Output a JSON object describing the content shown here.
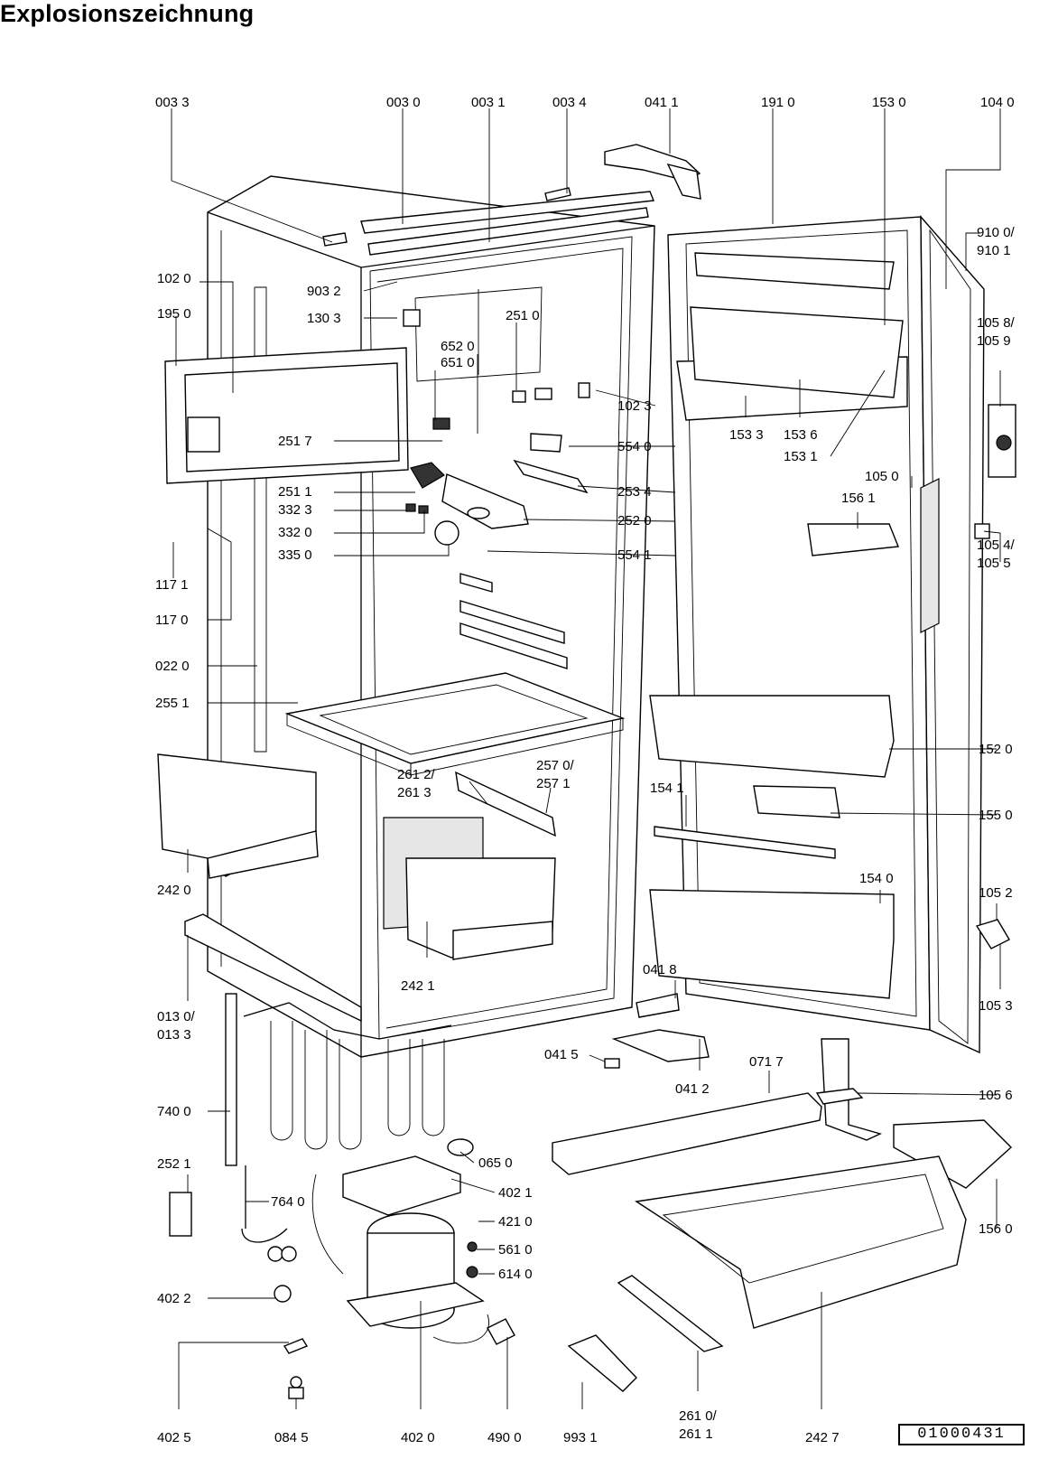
{
  "title": "Explosionszeichnung",
  "reference_code": "01000431",
  "callouts": [
    {
      "id": "003-3",
      "label": "003 3"
    },
    {
      "id": "003-0",
      "label": "003 0"
    },
    {
      "id": "003-1",
      "label": "003 1"
    },
    {
      "id": "003-4",
      "label": "003 4"
    },
    {
      "id": "041-1",
      "label": "041 1"
    },
    {
      "id": "191-0",
      "label": "191 0"
    },
    {
      "id": "153-0",
      "label": "153 0"
    },
    {
      "id": "104-0",
      "label": "104 0"
    },
    {
      "id": "910-0",
      "label": "910 0/"
    },
    {
      "id": "910-1",
      "label": "910 1"
    },
    {
      "id": "102-0",
      "label": "102 0"
    },
    {
      "id": "903-2",
      "label": "903 2"
    },
    {
      "id": "195-0",
      "label": "195 0"
    },
    {
      "id": "130-3",
      "label": "130 3"
    },
    {
      "id": "251-0",
      "label": "251 0"
    },
    {
      "id": "652-0",
      "label": "652 0"
    },
    {
      "id": "651-0",
      "label": "651 0"
    },
    {
      "id": "105-8",
      "label": "105 8/"
    },
    {
      "id": "105-9",
      "label": "105 9"
    },
    {
      "id": "102-3",
      "label": "102 3"
    },
    {
      "id": "153-3",
      "label": "153 3"
    },
    {
      "id": "153-6",
      "label": "153 6"
    },
    {
      "id": "251-7",
      "label": "251 7"
    },
    {
      "id": "554-0",
      "label": "554 0"
    },
    {
      "id": "153-1",
      "label": "153 1"
    },
    {
      "id": "105-0",
      "label": "105 0"
    },
    {
      "id": "251-1",
      "label": "251 1"
    },
    {
      "id": "253-4",
      "label": "253 4"
    },
    {
      "id": "156-1",
      "label": "156 1"
    },
    {
      "id": "332-3",
      "label": "332 3"
    },
    {
      "id": "332-0",
      "label": "332 0"
    },
    {
      "id": "252-0",
      "label": "252 0"
    },
    {
      "id": "335-0",
      "label": "335 0"
    },
    {
      "id": "554-1",
      "label": "554 1"
    },
    {
      "id": "105-4",
      "label": "105 4/"
    },
    {
      "id": "105-5",
      "label": "105 5"
    },
    {
      "id": "117-1",
      "label": "117 1"
    },
    {
      "id": "117-0",
      "label": "117 0"
    },
    {
      "id": "022-0",
      "label": "022 0"
    },
    {
      "id": "255-1",
      "label": "255 1"
    },
    {
      "id": "152-0",
      "label": "152 0"
    },
    {
      "id": "261-2",
      "label": "261 2/"
    },
    {
      "id": "261-3",
      "label": "261 3"
    },
    {
      "id": "257-0",
      "label": "257 0/"
    },
    {
      "id": "257-1",
      "label": "257 1"
    },
    {
      "id": "154-1",
      "label": "154 1"
    },
    {
      "id": "155-0",
      "label": "155 0"
    },
    {
      "id": "242-0",
      "label": "242 0"
    },
    {
      "id": "154-0",
      "label": "154 0"
    },
    {
      "id": "105-2",
      "label": "105 2"
    },
    {
      "id": "242-1",
      "label": "242 1"
    },
    {
      "id": "041-8",
      "label": "041 8"
    },
    {
      "id": "105-3",
      "label": "105 3"
    },
    {
      "id": "013-0",
      "label": "013 0/"
    },
    {
      "id": "013-3",
      "label": "013 3"
    },
    {
      "id": "041-5",
      "label": "041 5"
    },
    {
      "id": "041-2",
      "label": "041 2"
    },
    {
      "id": "071-7",
      "label": "071 7"
    },
    {
      "id": "740-0",
      "label": "740 0"
    },
    {
      "id": "105-6",
      "label": "105 6"
    },
    {
      "id": "065-0",
      "label": "065 0"
    },
    {
      "id": "252-1",
      "label": "252 1"
    },
    {
      "id": "402-1",
      "label": "402 1"
    },
    {
      "id": "764-0",
      "label": "764 0"
    },
    {
      "id": "421-0",
      "label": "421 0"
    },
    {
      "id": "156-0",
      "label": "156 0"
    },
    {
      "id": "561-0",
      "label": "561 0"
    },
    {
      "id": "614-0",
      "label": "614 0"
    },
    {
      "id": "402-2",
      "label": "402 2"
    },
    {
      "id": "402-5",
      "label": "402 5"
    },
    {
      "id": "084-5",
      "label": "084 5"
    },
    {
      "id": "402-0",
      "label": "402 0"
    },
    {
      "id": "490-0",
      "label": "490 0"
    },
    {
      "id": "993-1",
      "label": "993 1"
    },
    {
      "id": "261-0",
      "label": "261 0/"
    },
    {
      "id": "261-1",
      "label": "261 1"
    },
    {
      "id": "242-7",
      "label": "242 7"
    }
  ]
}
